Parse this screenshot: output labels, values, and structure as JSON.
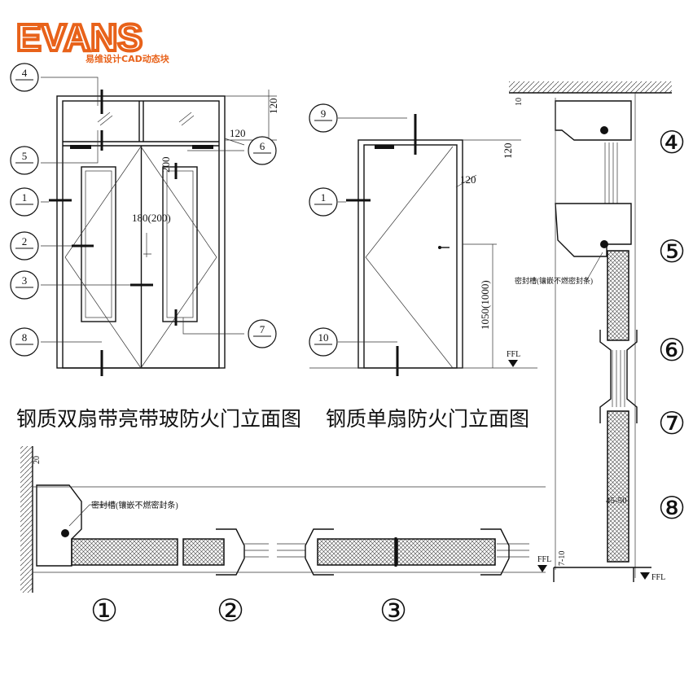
{
  "logo": {
    "brand": "EVANS",
    "tagline": "易维设计CAD动态块",
    "color": "#e8621a"
  },
  "watermark": "易维设计CAD动态块",
  "double_door": {
    "title": "钢质双扇带亮带玻防火门立面图",
    "callouts": [
      "4",
      "5",
      "1",
      "2",
      "3",
      "8",
      "6",
      "7"
    ],
    "dims": {
      "top": "120",
      "side": "120",
      "handle_offset": "200",
      "handle_height": "180(200)"
    }
  },
  "single_door": {
    "title": "钢质单扇防火门立面图",
    "callouts": [
      "9",
      "1",
      "10"
    ],
    "dims": {
      "top": "120",
      "side": "120",
      "handle_height": "1050(1000)",
      "floor": "FFL"
    }
  },
  "plan_section": {
    "labels": [
      "①",
      "②",
      "③"
    ],
    "seal_note": "密封槽(镶嵌不燃密封条)",
    "gap": "20",
    "floor": "FFL"
  },
  "vertical_section": {
    "labels": [
      "④",
      "⑤",
      "⑥",
      "⑦",
      "⑧"
    ],
    "seal_note": "密封槽(镶嵌不燃密封条)",
    "top_gap": "10",
    "thickness": "45-50",
    "bottom_gap": "7-10",
    "floor": "FFL"
  }
}
